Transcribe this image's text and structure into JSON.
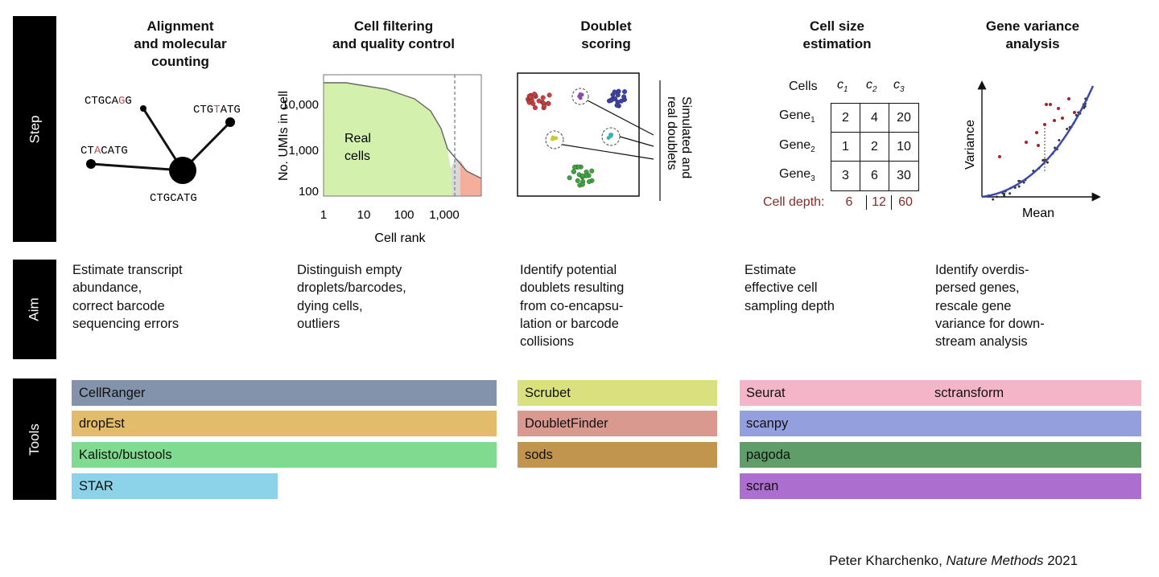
{
  "rows": {
    "step": "Step",
    "aim": "Aim",
    "tools": "Tools"
  },
  "steps": [
    {
      "title": "Alignment\nand molecular\ncounting",
      "aim": "Estimate transcript\nabundance,\ncorrect barcode\nsequencing errors"
    },
    {
      "title": "Cell filtering\nand quality control",
      "aim": "Distinguish empty\ndroplets/barcodes,\ndying cells,\noutliers"
    },
    {
      "title": "Doublet\nscoring",
      "aim": "Identify potential\ndoublets resulting\nfrom co-encapsu-\nlation or barcode\ncollisions"
    },
    {
      "title": "Cell size\nestimation",
      "aim": "Estimate\neffective cell\nsampling depth"
    },
    {
      "title": "Gene variance\nanalysis",
      "aim": "Identify overdis-\npersed genes,\nrescale gene\nvariance for down-\nstream analysis"
    }
  ],
  "alignment": {
    "seq_top_left": {
      "a": "CTGCA",
      "b": "G",
      "c": "G"
    },
    "seq_top_right": {
      "a": "CTG",
      "b": "T",
      "c": "ATG"
    },
    "seq_left": {
      "a": "CT",
      "b": "A",
      "c": "CATG"
    },
    "seq_center": "CTGCATG"
  },
  "filtering": {
    "ylabel": "No. UMIs in cell",
    "xlabel": "Cell rank",
    "y_ticks": [
      "10,000",
      "1,000",
      "100"
    ],
    "x_ticks": [
      "1",
      "10",
      "100",
      "1,000"
    ],
    "region_label": "Real\ncells"
  },
  "doublet": {
    "label": "Simulated and\nreal doublets"
  },
  "cellsize": {
    "cols_header": "Cells",
    "cols": [
      {
        "c": "c",
        "s": "1"
      },
      {
        "c": "c",
        "s": "2"
      },
      {
        "c": "c",
        "s": "3"
      }
    ],
    "genes": [
      {
        "g": "Gene",
        "s": "1"
      },
      {
        "g": "Gene",
        "s": "2"
      },
      {
        "g": "Gene",
        "s": "3"
      }
    ],
    "matrix": [
      [
        "2",
        "4",
        "20"
      ],
      [
        "1",
        "2",
        "10"
      ],
      [
        "3",
        "6",
        "30"
      ]
    ],
    "depth_label": "Cell depth:",
    "depths": [
      "6",
      "12",
      "60"
    ]
  },
  "variance": {
    "ylabel": "Variance",
    "xlabel": "Mean"
  },
  "tools": {
    "cellranger": "CellRanger",
    "dropest": "dropEst",
    "kalisto": "Kalisto/bustools",
    "star": "STAR",
    "scrubet": "Scrubet",
    "doubletfinder": "DoubletFinder",
    "sods": "sods",
    "seurat": "Seurat",
    "sctransform": "sctransform",
    "scanpy": "scanpy",
    "pagoda": "pagoda",
    "scran": "scran"
  },
  "colors": {
    "cellranger": "#8393ab",
    "dropest": "#e2bb6b",
    "kalisto": "#80db90",
    "star": "#8cd3ea",
    "scrubet": "#d9e07e",
    "doubletfinder": "#d9998f",
    "sods": "#c2954e",
    "seurat": "#f4b5c8",
    "scanpy": "#949fdd",
    "pagoda": "#5f9e68",
    "scran": "#ad6fcf",
    "mutation": "#c0504d",
    "depth": "#8a2a26"
  },
  "credit": {
    "author": "Peter Kharchenko, ",
    "journal": "Nature Methods",
    "year": " 2021"
  }
}
